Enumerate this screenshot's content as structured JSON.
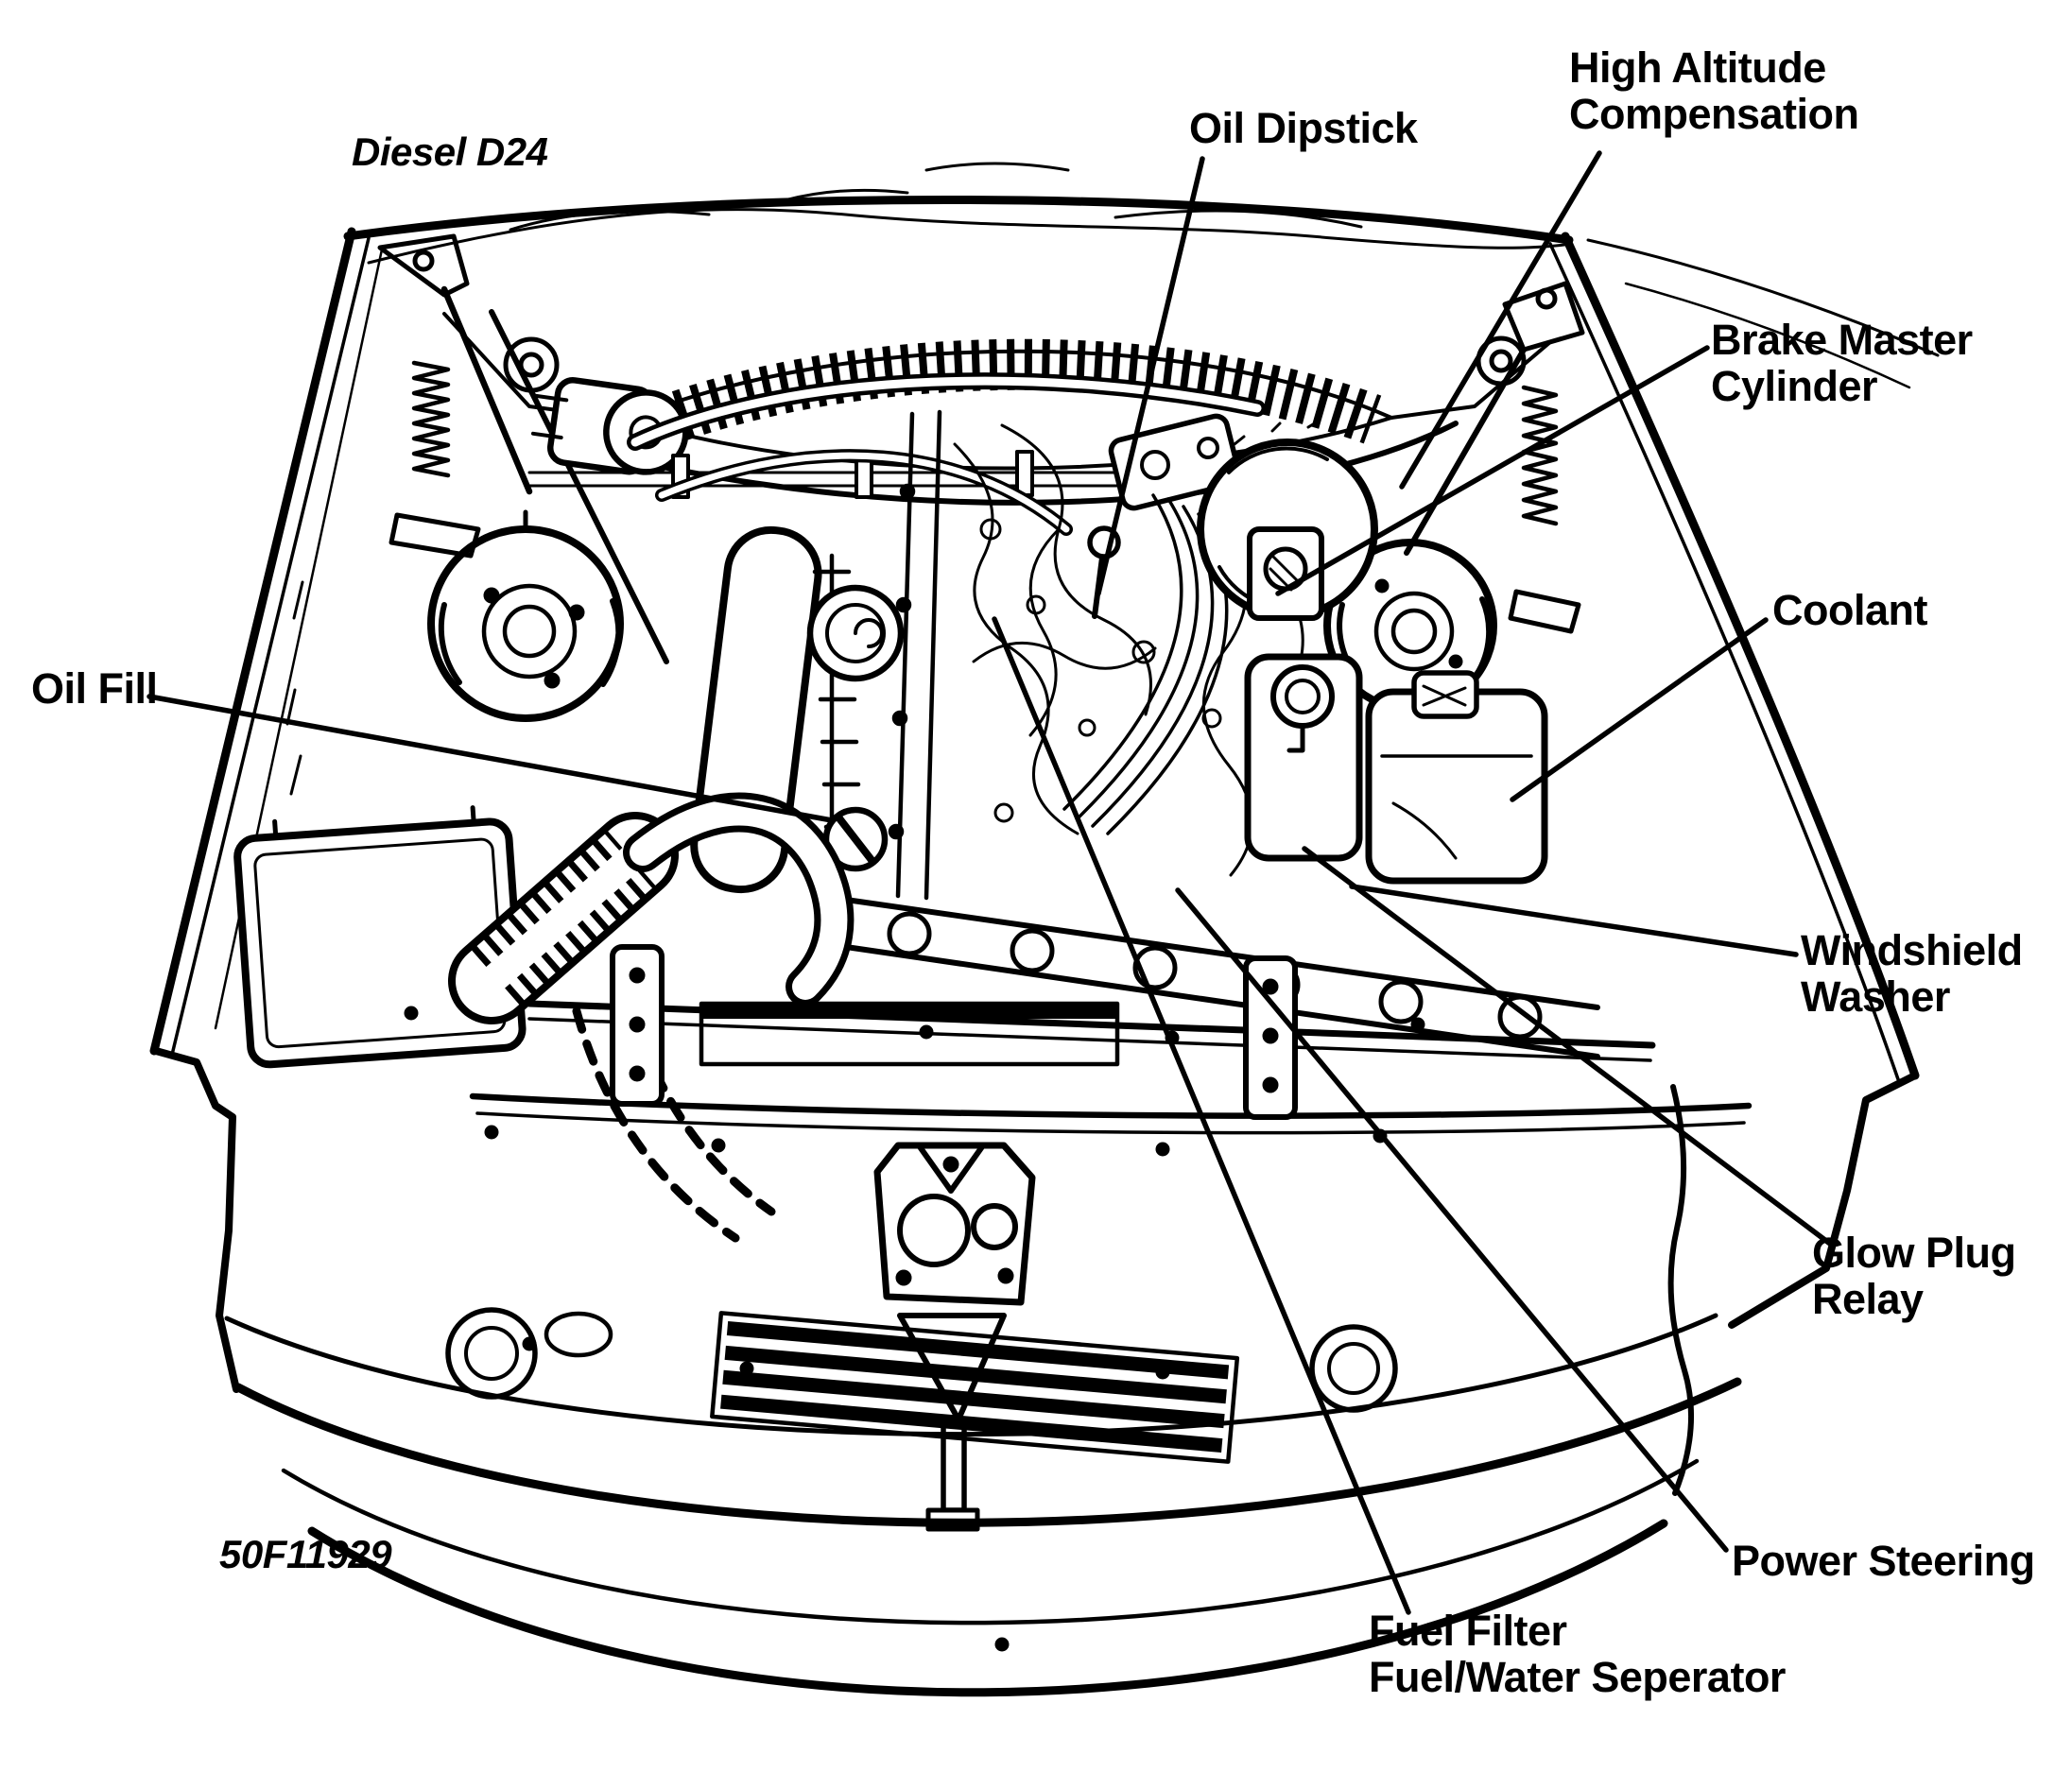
{
  "figure": {
    "title": "Diesel D24",
    "figure_id": "50F11929",
    "ink_color": "#000000",
    "paper_color": "#ffffff",
    "labels": {
      "oil_fill": {
        "text": "Oil Fill",
        "points_to": "oil-filler-cap"
      },
      "oil_dipstick": {
        "text": "Oil Dipstick",
        "points_to": "oil-dipstick"
      },
      "high_altitude": {
        "line1": "High Altitude",
        "line2": "Compensation",
        "points_to": "high-altitude-compensator"
      },
      "brake_master": {
        "line1": "Brake Master",
        "line2": "Cylinder",
        "points_to": "brake-master-cylinder"
      },
      "coolant": {
        "text": "Coolant",
        "points_to": "coolant-reservoir"
      },
      "windshield_washer": {
        "line1": "Windshield",
        "line2": "Washer",
        "points_to": "windshield-washer-reservoir"
      },
      "glow_plug": {
        "line1": "Glow Plug",
        "line2": "Relay",
        "points_to": "glow-plug-relay"
      },
      "power_steering": {
        "text": "Power Steering",
        "points_to": "power-steering-pump"
      },
      "fuel_filter": {
        "line1": "Fuel Filter",
        "line2": "Fuel/Water Seperator",
        "points_to": "fuel-filter"
      }
    }
  }
}
